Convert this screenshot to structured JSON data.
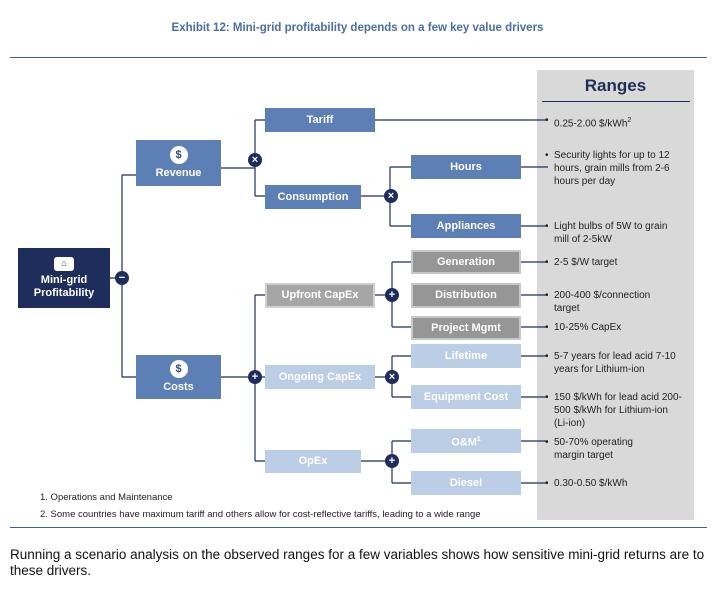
{
  "title": "Exhibit 12: Mini-grid profitability depends on a few key value drivers",
  "ranges_header": "Ranges",
  "nodes": {
    "root": "Mini-grid Profitability",
    "revenue": "Revenue",
    "costs": "Costs",
    "tariff": "Tariff",
    "consumption": "Consumption",
    "hours": "Hours",
    "appliances": "Appliances",
    "upfront_capex": "Upfront CapEx",
    "ongoing_capex": "Ongoing CapEx",
    "opex": "OpEx",
    "generation": "Generation",
    "distribution": "Distribution",
    "project_mgmt": "Project Mgmt",
    "lifetime": "Lifetime",
    "equipment_cost": "Equipment Cost",
    "om": "O&M",
    "om_sup": "1",
    "diesel": "Diesel"
  },
  "operators": {
    "root": "−",
    "revenue": "×",
    "consumption": "×",
    "costs": "+",
    "upfront_capex": "+",
    "ongoing_capex": "×",
    "opex": "+"
  },
  "icons": {
    "root": "mini-grid-icon",
    "revenue": "money-bag-icon",
    "costs": "dollar-coin-icon"
  },
  "ranges": {
    "tariff": {
      "text": "0.25-2.00 $/kWh",
      "sup": "2"
    },
    "hours": "Security lights for up to 12 hours, grain mills from 2-6 hours per day",
    "appliances": "Light bulbs of 5W to grain mill of 2-5kW",
    "generation": "2-5 $/W target",
    "distribution": "200-400 $/connection target",
    "project_mgmt": "10-25% CapEx",
    "lifetime": "5-7 years for lead acid 7-10 years for Lithium-ion",
    "equipment_cost": "150 $/kWh for lead acid 200-500 $/kWh for Lithium-ion (Li-ion)",
    "om": "50-70% operating margin target",
    "diesel": "0.30-0.50 $/kWh"
  },
  "bullet": "•",
  "footnotes": [
    "1. Operations and Maintenance",
    "2. Some countries have maximum tariff and others allow for cost-reflective tariffs, leading to a wide range"
  ],
  "caption": "Running a scenario analysis on the observed ranges for a few variables shows how sensitive mini-grid returns are to these drivers.",
  "colors": {
    "dark": "#1f2d5c",
    "mid": "#5c7fb5",
    "grey": "#969696",
    "light": "#bccde6",
    "title": "#4a6ea5"
  }
}
